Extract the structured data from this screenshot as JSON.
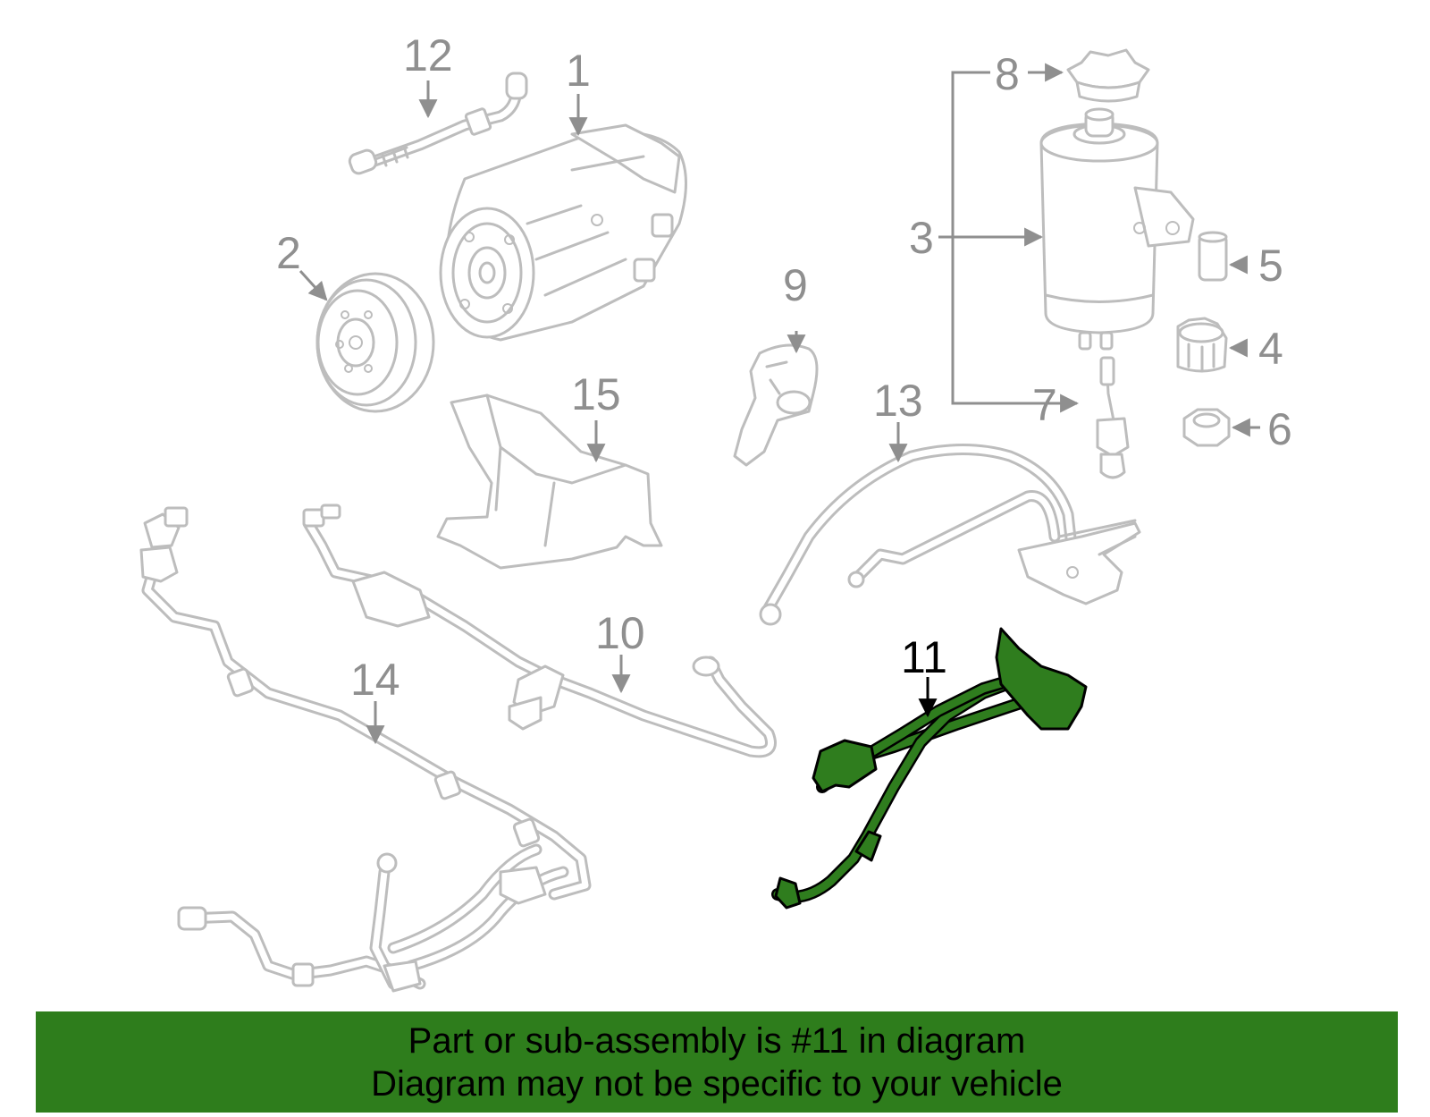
{
  "callouts": {
    "c1": "1",
    "c2": "2",
    "c3": "3",
    "c4": "4",
    "c5": "5",
    "c6": "6",
    "c7": "7",
    "c8": "8",
    "c9": "9",
    "c10": "10",
    "c11": "11",
    "c12": "12",
    "c13": "13",
    "c14": "14",
    "c15": "15"
  },
  "highlighted_part": "11",
  "colors": {
    "highlight_part": "#2f7d1e",
    "banner_background": "#2e7d1c",
    "diagram_line": "#bdbdbd",
    "callout_text": "#8f8f8f"
  },
  "banner": {
    "line1": "Part or sub-assembly is #11 in diagram",
    "line2": "Diagram may not be specific to your vehicle"
  }
}
